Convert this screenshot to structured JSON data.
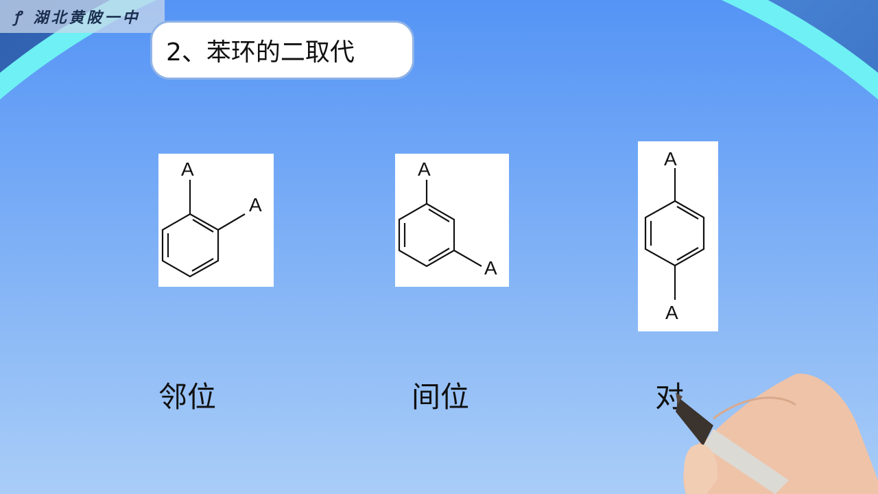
{
  "logo": {
    "text": "湖北黄陂一中"
  },
  "title": "2、苯环的二取代",
  "structures": [
    {
      "substituent": "A",
      "label": "邻位"
    },
    {
      "substituent": "A",
      "label": "间位"
    },
    {
      "substituent": "A",
      "label": "对"
    }
  ],
  "colors": {
    "inner_circle": "#6aa6f6",
    "arc": "#6ff0f4",
    "corner": "#3668b8"
  }
}
